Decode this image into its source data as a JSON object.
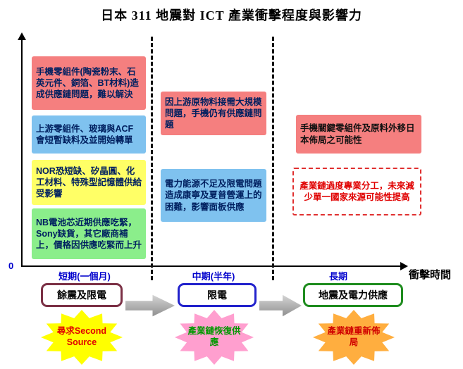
{
  "title": "日本 311 地震對 ICT 產業衝擊程度與影響力",
  "axes": {
    "origin_label": "0",
    "time_axis_label": "衝擊時間"
  },
  "periods": {
    "short": "短期(一個月)",
    "mid": "中期(半年)",
    "long": "長期"
  },
  "impact_boxes": {
    "short_red": "手機零組件(陶瓷粉末、石英元件、銅箔、BT材料)造成供應鏈問題，難以解決",
    "short_blue": "上游零組件、玻璃與ACF會短暫缺料及並開始轉單",
    "short_yellow": "NOR恐短缺、矽晶圓、化工材料、特殊型記憶體供給受影響",
    "short_green": "NB電池芯近期供應吃緊，Sony缺貨，其它廠商補上，價格因供應吃緊而上升",
    "mid_red": "因上游原物料接需大規模問題，手機仍有供應鏈問題",
    "mid_blue": "電力能源不足及限電問題造成康寧及夏普營運上的困難，影響面板供應",
    "long_red": "手機關鍵零組件及原料外移日本佈局之可能性",
    "long_dashed": "產業鏈過度專業分工，未來減少單一國家來源可能性提高"
  },
  "stages": {
    "short_event": "餘震及限電",
    "mid_event": "限電",
    "long_event": "地震及電力供應",
    "short_action": "尋求Second Source",
    "mid_action": "產業鏈恢復供應",
    "long_action": "產業鏈重新佈局"
  },
  "colors": {
    "box_red": "#F57F7F",
    "box_blue": "#7FC2EF",
    "box_yellow": "#FFFF66",
    "box_green": "#8BEE8B",
    "dashed_border": "#E03030",
    "box_text": "#002060",
    "period_text": "#0000CC",
    "stage_border_short": "#7B3045",
    "stage_border_mid": "#2222CC",
    "stage_border_long": "#1E8C1E",
    "burst_short_bg": "#FFFF00",
    "burst_mid_bg": "#FF9FCF",
    "burst_long_bg": "#FFAE3F"
  }
}
